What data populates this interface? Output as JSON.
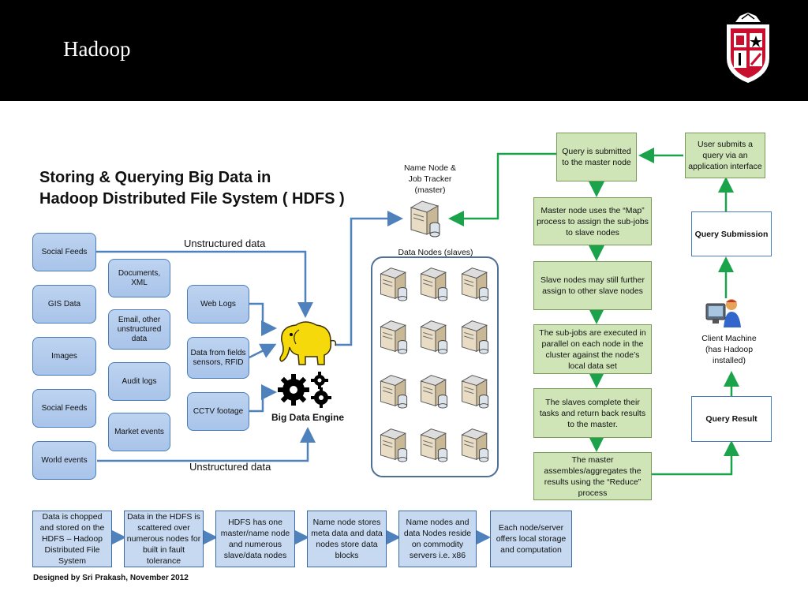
{
  "header": {
    "title": "Hadoop"
  },
  "heading": {
    "line1": "Storing & Querying Big Data in",
    "line2": "Hadoop Distributed File System ( HDFS )"
  },
  "sources": {
    "col1": [
      "Social Feeds",
      "GIS Data",
      "Images",
      "Social Feeds",
      "World events"
    ],
    "col2": [
      "Documents, XML",
      "Email, other unstructured data",
      "Audit logs",
      "Market events"
    ],
    "col3": [
      "Web Logs",
      "Data from fields sensors, RFID",
      "CCTV footage"
    ]
  },
  "labels": {
    "unstructured_top": "Unstructured data",
    "unstructured_bottom": "Unstructured data",
    "engine": "Big Data Engine",
    "name_node": "Name Node & Job Tracker (master)",
    "data_nodes": "Data Nodes (slaves)",
    "client_machine": "Client Machine (has Hadoop installed)"
  },
  "process": [
    "Query is submitted to the master node",
    "Master node uses the “Map” process to assign the sub-jobs to slave nodes",
    "Slave nodes may still further assign to other slave nodes",
    "The sub-jobs are executed in parallel on each node in the cluster against the node’s local data set",
    "The slaves complete their tasks and return back results to the master.",
    "The master assembles/aggregates the results using the “Reduce” process"
  ],
  "client": {
    "user_submits": "User submits a query via an application interface",
    "query_submission": "Query Submission",
    "query_result": "Query Result"
  },
  "flow": [
    "Data is chopped and stored on the HDFS – Hadoop Distributed File System",
    "Data in the HDFS is scattered over numerous nodes for built in fault tolerance",
    "HDFS has one master/name node and numerous slave/data nodes",
    "Name node stores meta data and data nodes store data blocks",
    "Name nodes and data Nodes reside on commodity servers i.e. x86",
    "Each node/server offers local storage and computation"
  ],
  "credit": "Designed by Sri Prakash, November 2012",
  "colors": {
    "blue_arrow": "#4f81bd",
    "green_arrow": "#1aa34a",
    "header_bg": "#000000",
    "logo_red": "#c8102e"
  },
  "icons": [
    "elephant-icon",
    "gears-icon",
    "server-icon",
    "user-computer-icon",
    "university-crest-icon"
  ]
}
